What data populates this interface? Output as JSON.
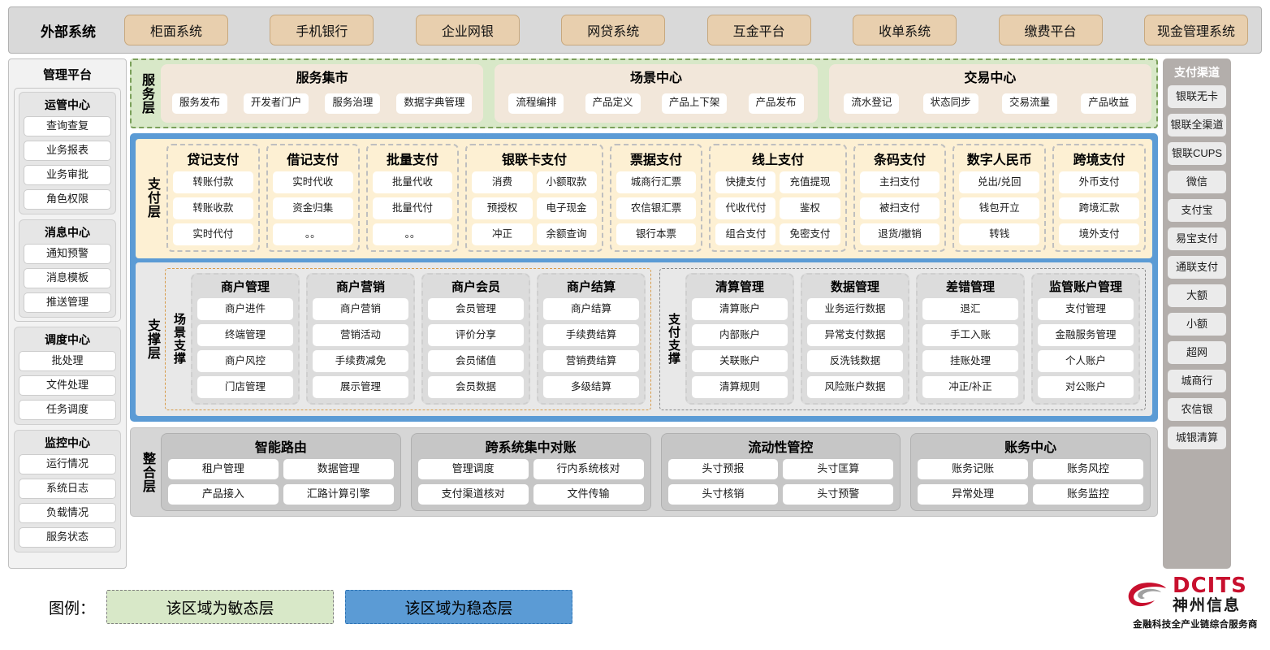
{
  "external": {
    "title": "外部系统",
    "items": [
      "柜面系统",
      "手机银行",
      "企业网银",
      "网贷系统",
      "互金平台",
      "收单系统",
      "缴费平台",
      "现金管理系统"
    ]
  },
  "management": {
    "title": "管理平台",
    "groups": [
      {
        "title": "运管中心",
        "items": [
          "查询查复",
          "业务报表",
          "业务审批",
          "角色权限"
        ]
      },
      {
        "title": "消息中心",
        "items": [
          "通知预警",
          "消息模板",
          "推送管理"
        ]
      },
      {
        "title": "调度中心",
        "items": [
          "批处理",
          "文件处理",
          "任务调度"
        ]
      },
      {
        "title": "监控中心",
        "items": [
          "运行情况",
          "系统日志",
          "负载情况",
          "服务状态"
        ]
      }
    ]
  },
  "channels": {
    "title": "支付渠道",
    "items": [
      "银联无卡",
      "银联全渠道",
      "银联CUPS",
      "微信",
      "支付宝",
      "易宝支付",
      "通联支付",
      "大额",
      "小额",
      "超网",
      "城商行",
      "农信银",
      "城银清算"
    ]
  },
  "service_layer": {
    "label": "服务层",
    "cards": [
      {
        "title": "服务集市",
        "items": [
          "服务发布",
          "开发者门户",
          "服务治理",
          "数据字典管理"
        ]
      },
      {
        "title": "场景中心",
        "items": [
          "流程编排",
          "产品定义",
          "产品上下架",
          "产品发布"
        ]
      },
      {
        "title": "交易中心",
        "items": [
          "流水登记",
          "状态同步",
          "交易流量",
          "产品收益"
        ]
      }
    ]
  },
  "payment_layer": {
    "label": "支付层",
    "groups": [
      {
        "title": "贷记支付",
        "cols": 1,
        "items": [
          "转账付款",
          "转账收款",
          "实时代付"
        ]
      },
      {
        "title": "借记支付",
        "cols": 1,
        "items": [
          "实时代收",
          "资金归集",
          "。。"
        ]
      },
      {
        "title": "批量支付",
        "cols": 1,
        "items": [
          "批量代收",
          "批量代付",
          "。。"
        ]
      },
      {
        "title": "银联卡支付",
        "cols": 2,
        "items": [
          "消费",
          "小额取款",
          "预授权",
          "电子现金",
          "冲正",
          "余额查询"
        ]
      },
      {
        "title": "票据支付",
        "cols": 1,
        "items": [
          "城商行汇票",
          "农信银汇票",
          "银行本票"
        ]
      },
      {
        "title": "线上支付",
        "cols": 2,
        "items": [
          "快捷支付",
          "充值提现",
          "代收代付",
          "鉴权",
          "组合支付",
          "免密支付"
        ]
      },
      {
        "title": "条码支付",
        "cols": 1,
        "items": [
          "主扫支付",
          "被扫支付",
          "退货/撤销"
        ]
      },
      {
        "title": "数字人民币",
        "cols": 1,
        "items": [
          "兑出/兑回",
          "钱包开立",
          "转钱"
        ]
      },
      {
        "title": "跨境支付",
        "cols": 1,
        "items": [
          "外币支付",
          "跨境汇款",
          "境外支付"
        ]
      }
    ]
  },
  "support_layer": {
    "label": "支撑层",
    "halves": [
      {
        "label": "场景支撑",
        "columns": [
          {
            "title": "商户管理",
            "items": [
              "商户进件",
              "终端管理",
              "商户风控",
              "门店管理"
            ]
          },
          {
            "title": "商户营销",
            "items": [
              "商户营销",
              "营销活动",
              "手续费减免",
              "展示管理"
            ]
          },
          {
            "title": "商户会员",
            "items": [
              "会员管理",
              "评价分享",
              "会员储值",
              "会员数据"
            ]
          },
          {
            "title": "商户结算",
            "items": [
              "商户结算",
              "手续费结算",
              "营销费结算",
              "多级结算"
            ]
          }
        ]
      },
      {
        "label": "支付支撑",
        "columns": [
          {
            "title": "清算管理",
            "items": [
              "清算账户",
              "内部账户",
              "关联账户",
              "清算规则"
            ]
          },
          {
            "title": "数据管理",
            "items": [
              "业务运行数据",
              "异常支付数据",
              "反洗钱数据",
              "风险账户数据"
            ]
          },
          {
            "title": "差错管理",
            "items": [
              "退汇",
              "手工入账",
              "挂账处理",
              "冲正/补正"
            ]
          },
          {
            "title": "监管账户管理",
            "items": [
              "支付管理",
              "金融服务管理",
              "个人账户",
              "对公账户"
            ]
          }
        ]
      }
    ]
  },
  "integration_layer": {
    "label": "整合层",
    "cards": [
      {
        "title": "智能路由",
        "items": [
          "租户管理",
          "数据管理",
          "产品接入",
          "汇路计算引擎"
        ]
      },
      {
        "title": "跨系统集中对账",
        "items": [
          "管理调度",
          "行内系统核对",
          "支付渠道核对",
          "文件传输"
        ]
      },
      {
        "title": "流动性管控",
        "items": [
          "头寸预报",
          "头寸匡算",
          "头寸核销",
          "头寸预警"
        ]
      },
      {
        "title": "账务中心",
        "items": [
          "账务记账",
          "账务风控",
          "异常处理",
          "账务监控"
        ]
      }
    ]
  },
  "legend": {
    "label": "图例：",
    "agile": "该区域为敏态层",
    "stable": "该区域为稳态层",
    "agile_color": "#d8e8c8",
    "stable_color": "#5b9bd5"
  },
  "logo": {
    "name": "DCITS",
    "cn": "神州信息",
    "tagline": "金融科技全产业链综合服务商",
    "color": "#c8102e"
  }
}
